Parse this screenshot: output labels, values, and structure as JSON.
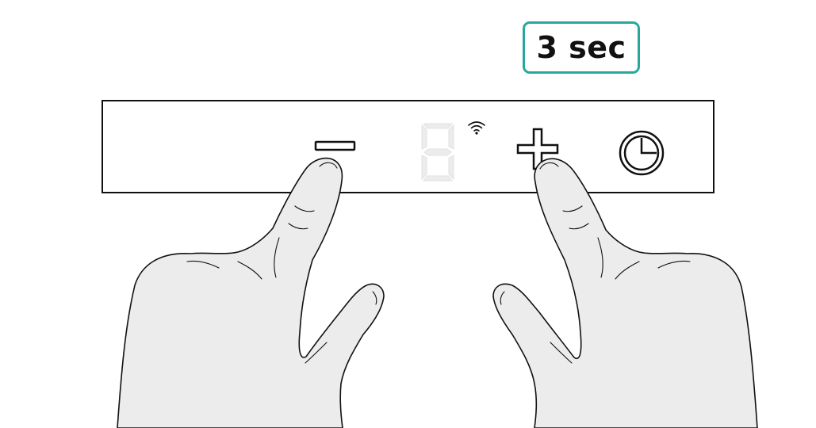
{
  "badge": {
    "label": "3 sec",
    "border_color": "#2aa79b"
  },
  "panel": {
    "controls": [
      {
        "name": "minus-button",
        "icon": "minus-icon"
      },
      {
        "name": "digit-display",
        "icon": "seven-segment-8",
        "value": "8",
        "state": "dimmed"
      },
      {
        "name": "wifi-indicator",
        "icon": "wifi-icon"
      },
      {
        "name": "plus-button",
        "icon": "plus-icon"
      },
      {
        "name": "timer-button",
        "icon": "clock-icon"
      }
    ]
  },
  "gesture": {
    "description_icon": "two-hands-pressing-icon",
    "pressed": [
      "minus-button",
      "plus-button"
    ],
    "skin_color": "#ececec"
  }
}
